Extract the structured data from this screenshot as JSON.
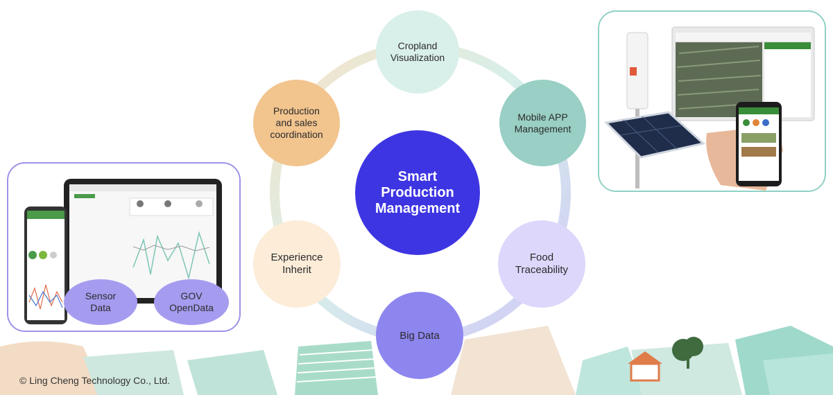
{
  "center": {
    "label": "Smart\nProduction\nManagement",
    "color": "#3d35e2"
  },
  "nodes": [
    {
      "key": "cropland",
      "label": "Cropland\nVisualization",
      "color": "#d9efea"
    },
    {
      "key": "mobile",
      "label": "Mobile APP\nManagement",
      "color": "#99cfc4"
    },
    {
      "key": "food",
      "label": "Food\nTraceability",
      "color": "#dcd7fb"
    },
    {
      "key": "bigdata",
      "label": "Big Data",
      "color": "#8e86ef"
    },
    {
      "key": "experience",
      "label": "Experience\nInherit",
      "color": "#fcecd8"
    },
    {
      "key": "production",
      "label": "Production\nand sales\ncoordination",
      "color": "#f2c48e"
    }
  ],
  "left_panel": {
    "border_color": "#9b93e8",
    "badges": [
      {
        "label": "Sensor\nData",
        "color": "#a59cf0"
      },
      {
        "label": "GOV\nOpenData",
        "color": "#a59cf0"
      }
    ]
  },
  "right_panel": {
    "border_color": "#8fd1c5"
  },
  "footer": {
    "copyright": "© Ling Cheng Technology Co., Ltd."
  }
}
